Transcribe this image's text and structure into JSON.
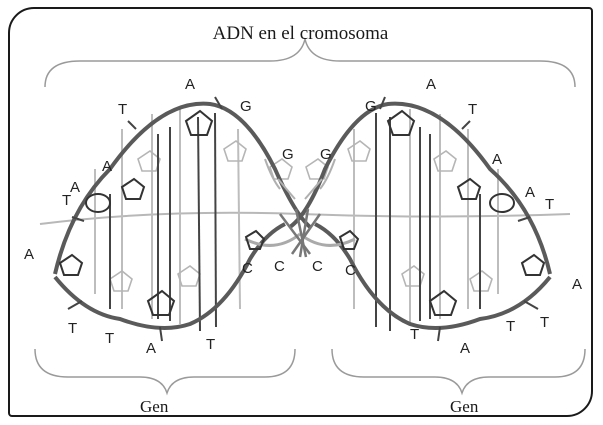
{
  "diagram": {
    "title": "ADN en el cromosoma",
    "gene_labels": [
      "Gen",
      "Gen"
    ],
    "bases": {
      "left_helix": [
        "A",
        "G",
        "G",
        "T",
        "A",
        "A",
        "T",
        "A",
        "C",
        "C",
        "T",
        "T",
        "A",
        "T"
      ],
      "right_helix": [
        "G",
        "A",
        "G",
        "T",
        "A",
        "A",
        "T",
        "C",
        "C",
        "A",
        "T",
        "T",
        "A",
        "T"
      ]
    },
    "colors": {
      "backbone": "#5a5a5a",
      "rungs": "#4a4a4a",
      "light_rungs": "#b5b5b5",
      "brackets": "#999999",
      "frame": "#1a1a1a"
    }
  }
}
